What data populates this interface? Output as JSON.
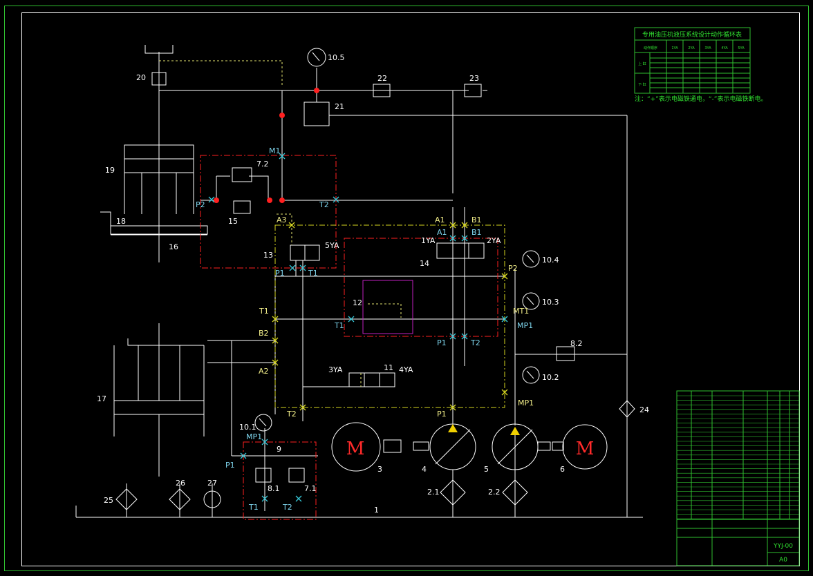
{
  "colors": {
    "background": "#000000",
    "lines": "#ffffff",
    "frame": "#30c030",
    "cyan_text": "#7fd6ee",
    "yellow_text": "#f4f08a",
    "motor_red": "#ff2a2a",
    "red_box": "#ff2020",
    "yellow_box": "#d6d620",
    "magenta_box": "#c020c0"
  },
  "components": {
    "c1": "1",
    "c2_1": "2.1",
    "c2_2": "2.2",
    "c3": "3",
    "c4": "4",
    "c5": "5",
    "c6": "6",
    "c7_1": "7.1",
    "c7_2": "7.2",
    "c8_1": "8.1",
    "c8_2": "8.2",
    "c9": "9",
    "c10_1": "10.1",
    "c10_2": "10.2",
    "c10_3": "10.3",
    "c10_4": "10.4",
    "c10_5": "10.5",
    "c11": "11",
    "c12": "12",
    "c13": "13",
    "c14": "14",
    "c15": "15",
    "c16": "16",
    "c17": "17",
    "c18": "18",
    "c19": "19",
    "c20": "20",
    "c21": "21",
    "c22": "22",
    "c23": "23",
    "c24": "24",
    "c25": "25",
    "c26": "26",
    "c27": "27"
  },
  "motor_symbol": "M",
  "ports": {
    "m1": "M1",
    "p2_a": "P2",
    "t2_a": "T2",
    "a3": "A3",
    "a1_y": "A1",
    "b1_y": "B1",
    "a1_c": "A1",
    "b1_c": "B1",
    "ya1": "1YA",
    "ya2": "2YA",
    "ya3": "3YA",
    "ya4": "4YA",
    "ya5": "5YA",
    "p1_13": "P1",
    "t1_13": "T1",
    "p2_r": "P2",
    "t1_l": "T1",
    "t1_c": "T1",
    "mt1": "MT1",
    "mp1_r": "MP1",
    "b2": "B2",
    "a2": "A2",
    "p1_c": "P1",
    "t2_c": "T2",
    "t2_b": "T2",
    "p1_b": "P1",
    "mp1_b": "MP1",
    "mp1_l": "MP1",
    "p1_l": "P1",
    "t1_l2": "T1",
    "t2_l2": "T2"
  },
  "table": {
    "title": "专用油压机液压系统设计动作循环表",
    "header": [
      "动作顺序",
      "1YA",
      "2YA",
      "3YA",
      "4YA",
      "5YA"
    ],
    "groups": [
      "上 缸",
      "下 缸"
    ],
    "note": "注：“+”表示电磁铁通电，“-”表示电磁铁断电。"
  },
  "titleblock": {
    "drawing_no": "YYJ-00",
    "scale": "A0"
  }
}
